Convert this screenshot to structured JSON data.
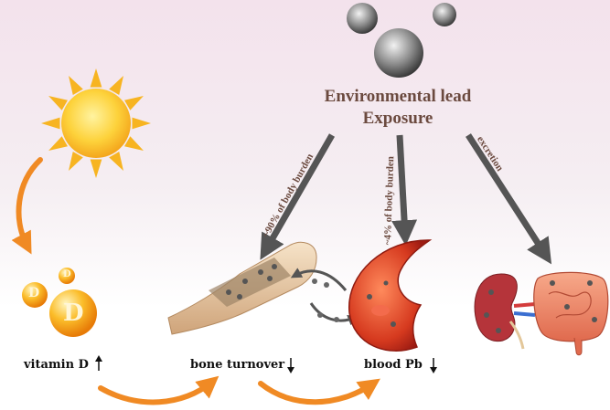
{
  "title": {
    "line1": "Environmental lead",
    "line2": "Exposure"
  },
  "pathways": {
    "bone": "~90% of body burden",
    "blood": "~4% of body burden",
    "excretion": "excretion"
  },
  "vitamin_d": {
    "badge": "D"
  },
  "labels": {
    "vitamin_d": "vitamin D",
    "bone_turnover": "bone turnover",
    "blood_pb": "blood Pb"
  },
  "colors": {
    "title_text": "#6b4a3f",
    "pathway_arrow": "#555555",
    "process_arrow": "#f08a24",
    "sun": "#fbc02d",
    "blood": "#c62828",
    "bone": "#e7caa6"
  }
}
